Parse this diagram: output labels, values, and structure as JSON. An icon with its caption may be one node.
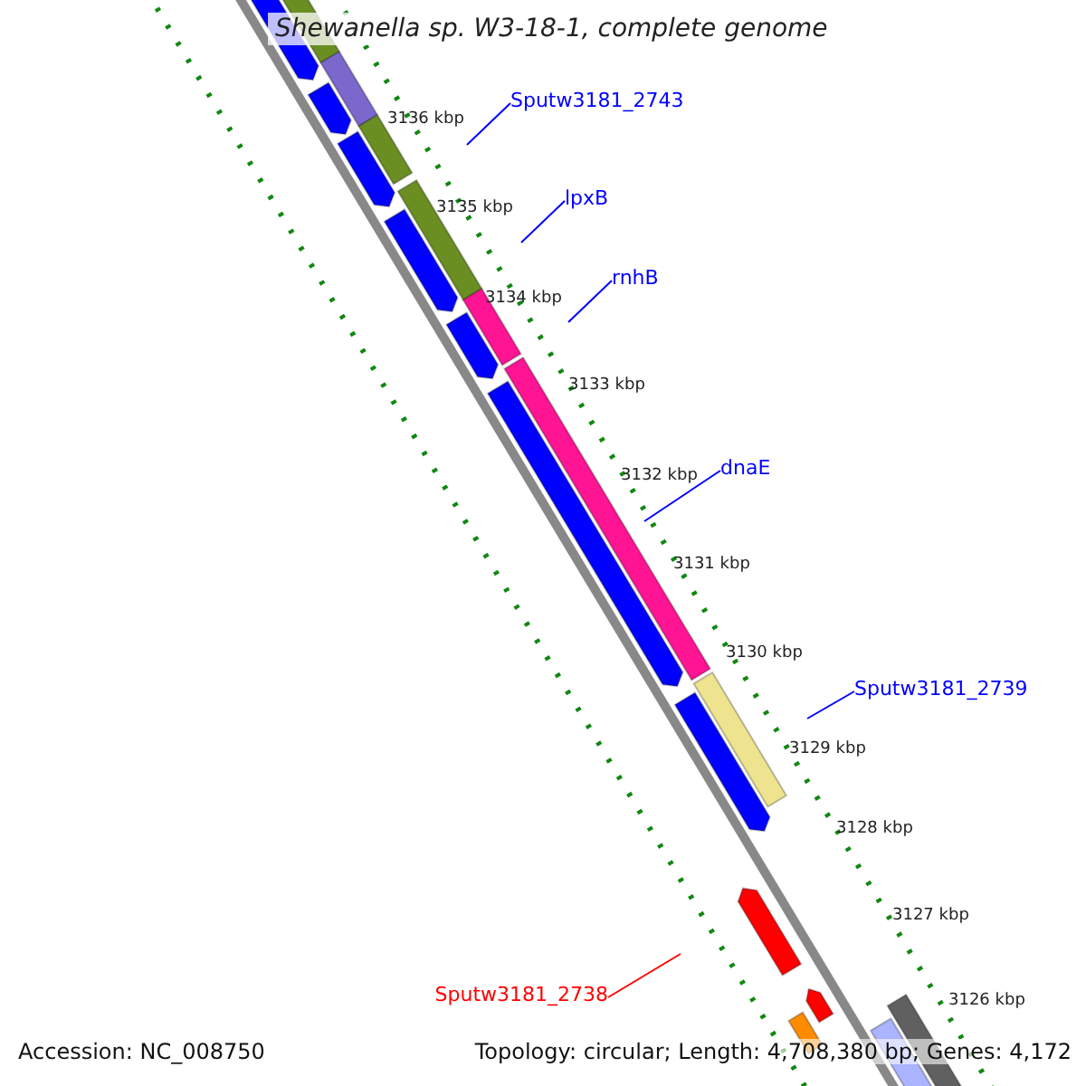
{
  "diagram": {
    "title": "Shewanella sp. W3-18-1, complete genome",
    "nodes": [
      {
        "text": [
          "Sputw3181_2743"
        ]
      },
      {
        "text": [
          "lpxB"
        ]
      },
      {
        "text": [
          "rnhB"
        ]
      },
      {
        "text": [
          "dnaE"
        ]
      },
      {
        "text": [
          "Sputw3181_2739"
        ]
      },
      {
        "text": [
          "Sputw3181_2738"
        ]
      }
    ],
    "edges": [
      {
        "from": 0,
        "to": null,
        "arrow": "none"
      },
      {
        "from": 1,
        "to": null,
        "arrow": "none"
      },
      {
        "from": 2,
        "to": null,
        "arrow": "none"
      },
      {
        "from": 3,
        "to": null,
        "arrow": "none"
      },
      {
        "from": 4,
        "to": null,
        "arrow": "none"
      },
      {
        "from": 5,
        "to": null,
        "arrow": "none",
        "color": "#ff0000"
      }
    ],
    "labels": [
      "3136 kbp",
      "3135 kbp",
      "3134 kbp",
      "3133 kbp",
      "3132 kbp",
      "3131 kbp",
      "3130 kbp",
      "3129 kbp",
      "3128 kbp",
      "3127 kbp",
      "3126 kbp",
      "Accession: NC_008750",
      "Topology: circular; Length: 4,708,380 bp; Genes: 4,172"
    ]
  }
}
